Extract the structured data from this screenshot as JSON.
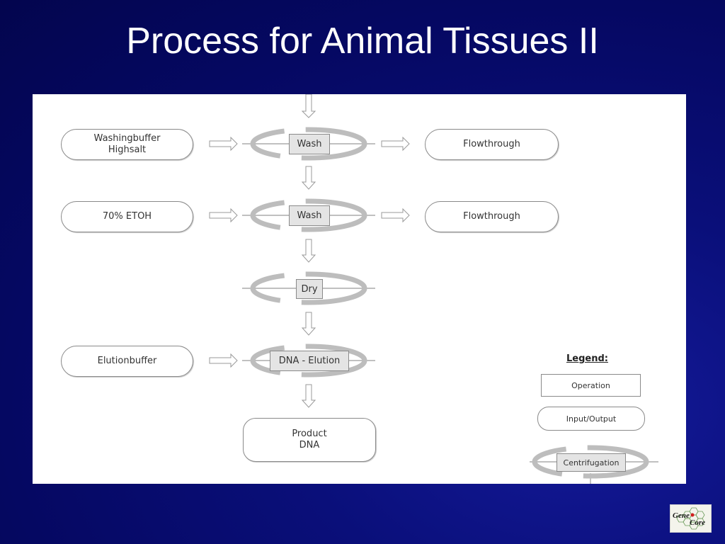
{
  "slide": {
    "title": "Process for Animal Tissues II"
  },
  "diagram": {
    "inputs": [
      {
        "id": "washingbuffer",
        "label": "Washingbuffer\nHighsalt"
      },
      {
        "id": "etoh",
        "label": "70% ETOH"
      },
      {
        "id": "elutionbuffer",
        "label": "Elutionbuffer"
      }
    ],
    "operations": [
      {
        "id": "wash1",
        "label": "Wash"
      },
      {
        "id": "wash2",
        "label": "Wash"
      },
      {
        "id": "dry",
        "label": "Dry"
      },
      {
        "id": "elution",
        "label": "DNA - Elution"
      }
    ],
    "outputs": [
      {
        "id": "flow1",
        "label": "Flowthrough"
      },
      {
        "id": "flow2",
        "label": "Flowthrough"
      }
    ],
    "product": {
      "label": "Product\nDNA"
    },
    "legend": {
      "title": "Legend:",
      "operation": "Operation",
      "input_output": "Input/Output",
      "centrifugation": "Centrifugation"
    }
  },
  "logo": {
    "part1": "Gene",
    "part2": "Core"
  }
}
